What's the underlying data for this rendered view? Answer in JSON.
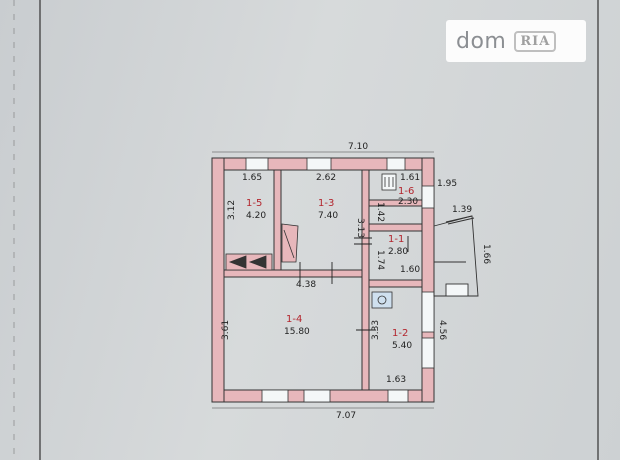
{
  "watermark": {
    "brand_text": "dom",
    "badge_text": "RIA"
  },
  "rooms": [
    {
      "id": "1-1",
      "area": "2.80"
    },
    {
      "id": "1-2",
      "area": "5.40"
    },
    {
      "id": "1-3",
      "area": "7.40"
    },
    {
      "id": "1-4",
      "area": "15.80"
    },
    {
      "id": "1-5",
      "area": "4.20"
    },
    {
      "id": "1-6",
      "area": "2.30"
    }
  ],
  "dimensions": {
    "top_total": "7.10",
    "bottom_total": "7.07",
    "room_1_5_width": "1.65",
    "room_1_3_width": "2.62",
    "room_1_6_width": "1.61",
    "right_upper": "1.95",
    "porch_width": "1.39",
    "porch_depth": "1.66",
    "room_1_5_depth": "3.12",
    "room_1_3_depth": "3.13",
    "room_1_6_depth": "1.42",
    "hall_depth": "1.74",
    "hall_width": "1.60",
    "living_width": "4.38",
    "living_depth": "3.61",
    "room_1_2_depth": "3.33",
    "right_lower": "4.56",
    "room_1_2_width": "1.63"
  }
}
